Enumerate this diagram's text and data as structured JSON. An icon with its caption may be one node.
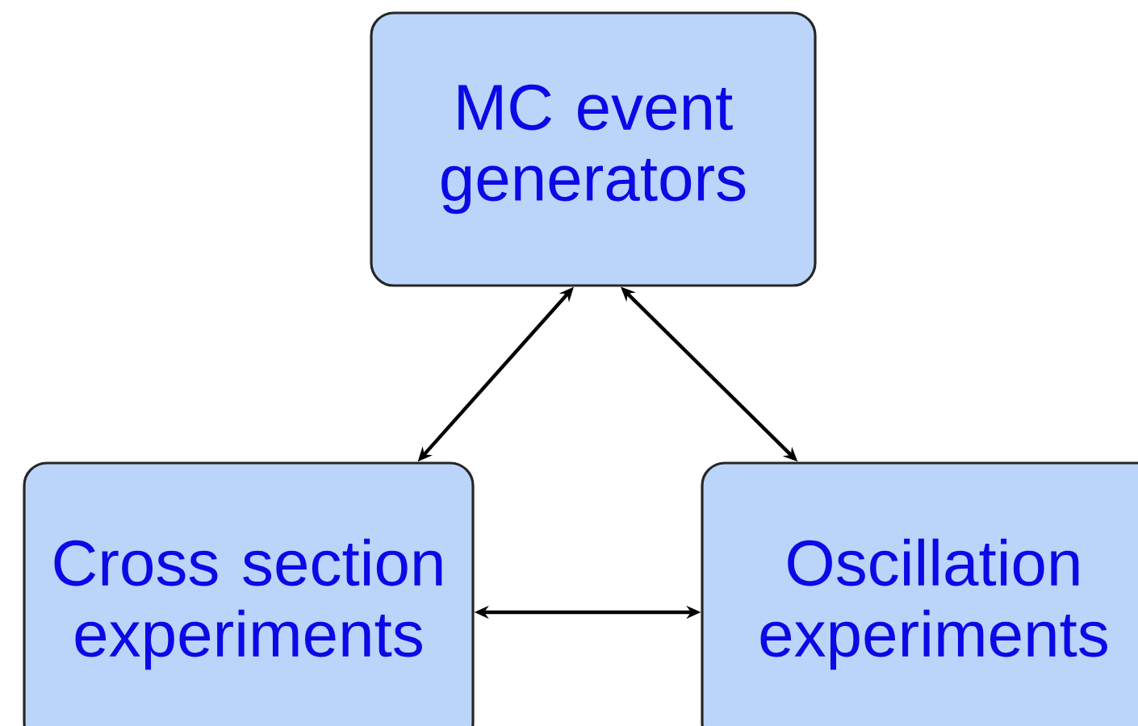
{
  "diagram": {
    "nodes": [
      {
        "text": [
          "MC event generators"
        ]
      },
      {
        "text": [
          "Cross section experiments"
        ]
      },
      {
        "text": [
          "Oscillation experiments"
        ]
      }
    ],
    "edges": [
      {
        "from": 0,
        "to": 1,
        "arrow": "both"
      },
      {
        "from": 0,
        "to": 2,
        "arrow": "both"
      },
      {
        "from": 1,
        "to": 2,
        "arrow": "both"
      }
    ]
  }
}
